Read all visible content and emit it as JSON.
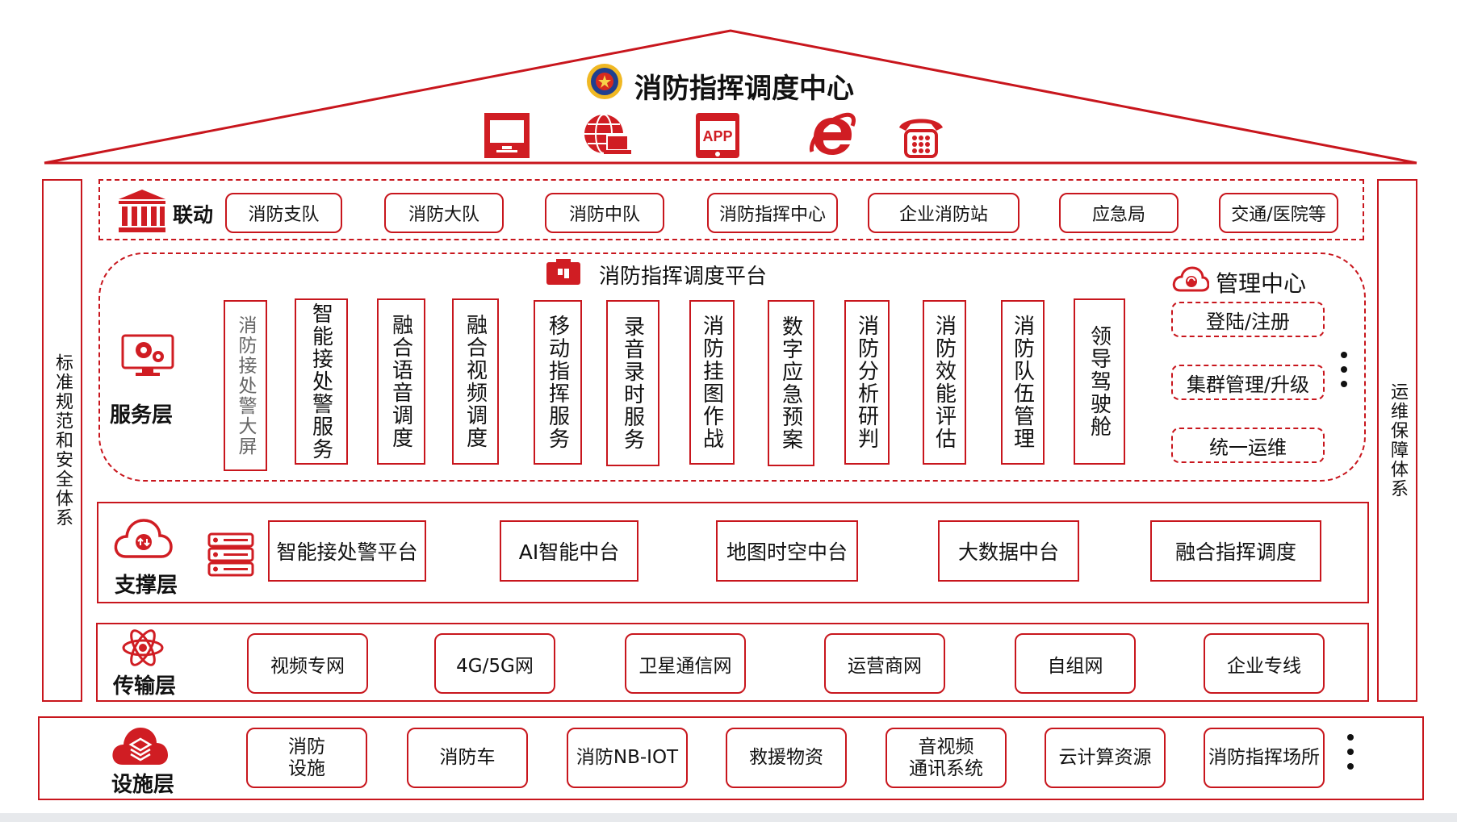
{
  "header": {
    "title": "消防指挥调度中心",
    "terminal_icons": [
      "monitor-icon",
      "globe-laptop-icon",
      "mobile-app-icon",
      "ie-browser-icon",
      "telephone-icon"
    ],
    "app_icon_text": "APP"
  },
  "side": {
    "left": "标准规范和安全体系",
    "right": "运维保障体系"
  },
  "linkage": {
    "label": "联动",
    "items": [
      "消防支队",
      "消防大队",
      "消防中队",
      "消防指挥中心",
      "企业消防站",
      "应急局",
      "交通/医院等"
    ]
  },
  "service": {
    "label": "服务层",
    "platform_title": "消防指挥调度平台",
    "columns": [
      "消防接处警大屏",
      "智能接处警服务",
      "融合语音调度",
      "融合视频调度",
      "移动指挥服务",
      "录音录时服务",
      "消防挂图作战",
      "数字应急预案",
      "消防分析研判",
      "消防效能评估",
      "消防队伍管理",
      "领导驾驶舱"
    ],
    "management": {
      "title": "管理中心",
      "items": [
        "登陆/注册",
        "集群管理/升级",
        "统一运维"
      ]
    }
  },
  "support": {
    "label": "支撑层",
    "items": [
      "智能接处警平台",
      "AI智能中台",
      "地图时空中台",
      "大数据中台",
      "融合指挥调度"
    ]
  },
  "transport": {
    "label": "传输层",
    "items": [
      "视频专网",
      "4G/5G网",
      "卫星通信网",
      "运营商网",
      "自组网",
      "企业专线"
    ]
  },
  "facility": {
    "label": "设施层",
    "items": [
      {
        "line1": "消防",
        "line2": "设施"
      },
      {
        "line1": "消防车",
        "line2": ""
      },
      {
        "line1": "消防NB-IOT",
        "line2": ""
      },
      {
        "line1": "救援物资",
        "line2": ""
      },
      {
        "line1": "音视频",
        "line2": "通讯系统"
      },
      {
        "line1": "云计算资源",
        "line2": ""
      },
      {
        "line1": "消防指挥场所",
        "line2": ""
      }
    ]
  },
  "colors": {
    "accent": "#c8161d"
  }
}
